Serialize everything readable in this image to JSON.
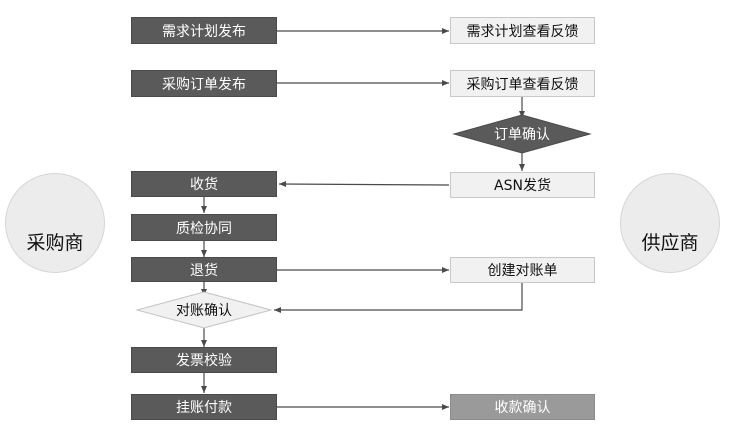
{
  "buyer": {
    "label": "采购商",
    "icon": "person-icon",
    "steps": {
      "demand_publish": "需求计划发布",
      "po_publish": "采购订单发布",
      "receive": "收货",
      "qc": "质检协同",
      "return": "退货",
      "reconcile_confirm": "对账确认",
      "invoice_verify": "发票校验",
      "pay": "挂账付款"
    }
  },
  "supplier": {
    "label": "供应商",
    "icon": "person-at-computer-icon",
    "steps": {
      "demand_feedback": "需求计划查看反馈",
      "po_feedback": "采购订单查看反馈",
      "order_confirm": "订单确认",
      "asn": "ASN发货",
      "create_statement": "创建对账单",
      "receipt_confirm": "收款确认"
    }
  },
  "colors": {
    "dark_box": "#5a5a5a",
    "light_box": "#f1f1f1",
    "disabled_box": "#9a9a9a",
    "arrow": "#4a4a4a",
    "diamond_dark": "#5a5a5a",
    "diamond_light": "#f1f1f1"
  }
}
